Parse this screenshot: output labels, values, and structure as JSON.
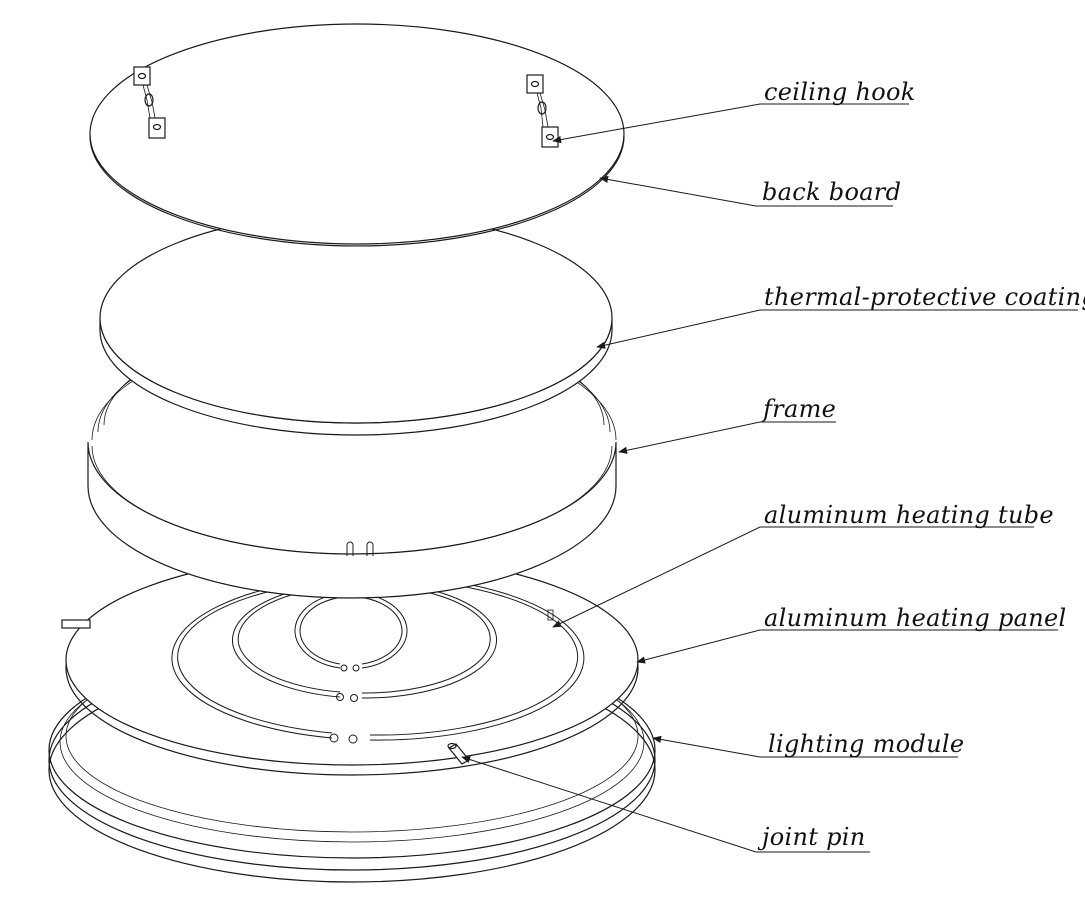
{
  "labels": {
    "ceiling_hook": "ceiling hook",
    "back_board": "back board",
    "thermal_coating": "thermal-protective coating",
    "frame": "frame",
    "heating_tube": "aluminum heating tube",
    "heating_panel": "aluminum heating panel",
    "lighting_module": "lighting module",
    "joint_pin": "joint pin"
  },
  "colors": {
    "line": "#1a1a1a",
    "background": "#ffffff"
  }
}
